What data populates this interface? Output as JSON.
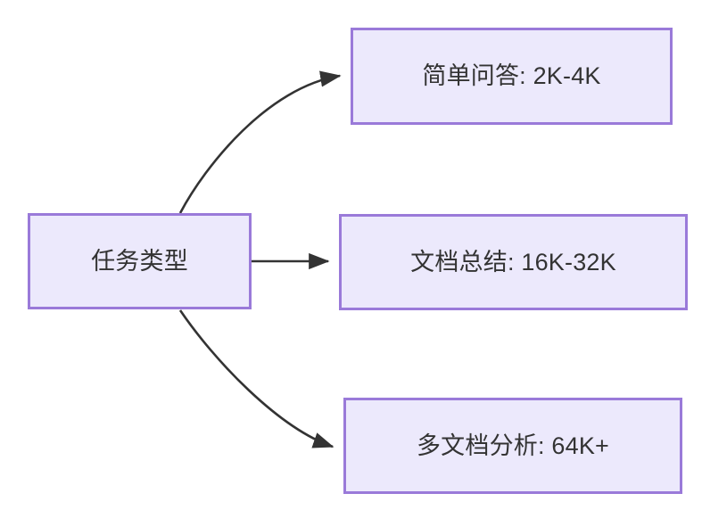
{
  "diagram": {
    "type": "flowchart",
    "direction": "left-to-right",
    "title": "",
    "style": {
      "background_color": "#ffffff",
      "node_fill_color": "#ece9fc",
      "node_border_color": "#9a7ad9",
      "node_text_color": "#333333",
      "edge_color": "#333333"
    },
    "nodes": [
      {
        "id": "root",
        "label": "任务类型",
        "shape": "rectangle"
      },
      {
        "id": "simple-qa",
        "label": "简单问答: 2K-4K",
        "shape": "rectangle"
      },
      {
        "id": "doc-summary",
        "label": "文档总结: 16K-32K",
        "shape": "rectangle"
      },
      {
        "id": "multi-doc",
        "label": "多文档分析: 64K+",
        "shape": "rectangle"
      }
    ],
    "edges": [
      {
        "id": "root-to-simple-qa",
        "from": "root",
        "to": "simple-qa",
        "label": "",
        "style": "curved-arrow"
      },
      {
        "id": "root-to-doc-summary",
        "from": "root",
        "to": "doc-summary",
        "label": "",
        "style": "straight-arrow"
      },
      {
        "id": "root-to-multi-doc",
        "from": "root",
        "to": "multi-doc",
        "label": "",
        "style": "curved-arrow"
      }
    ]
  }
}
